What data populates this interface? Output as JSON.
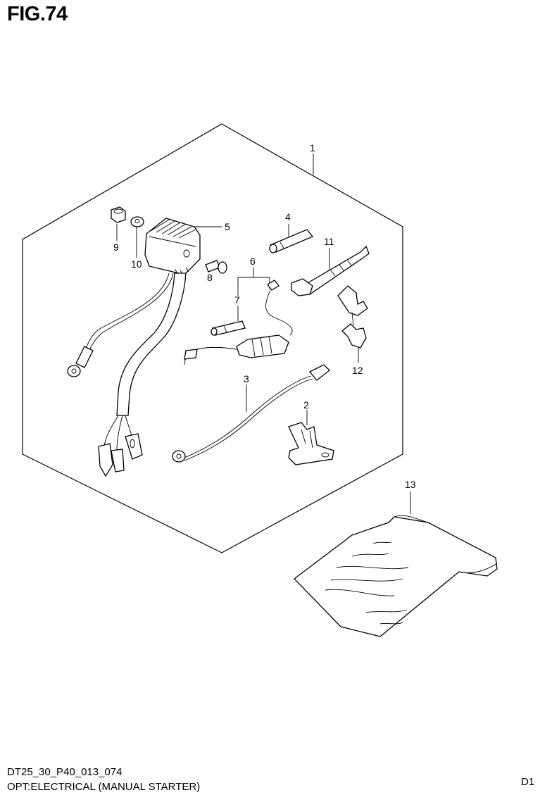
{
  "header": {
    "figure_title": "FIG.74"
  },
  "footer": {
    "code": "DT25_30_P40_013_074",
    "title": "OPT:ELECTRICAL (MANUAL STARTER)",
    "page_code": "D1"
  },
  "callouts": {
    "c1": "1",
    "c2": "2",
    "c3": "3",
    "c4": "4",
    "c5": "5",
    "c6": "6",
    "c7": "7",
    "c8": "8",
    "c9": "9",
    "c10": "10",
    "c11": "11",
    "c12": "12",
    "c13": "13"
  }
}
